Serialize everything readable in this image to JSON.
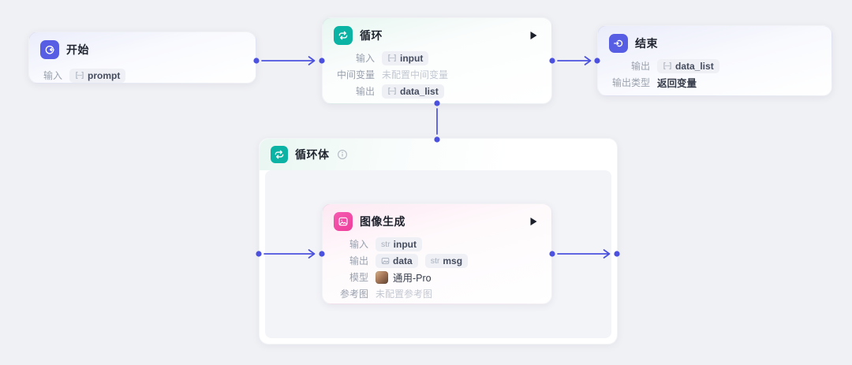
{
  "canvas": {
    "background": "#f0f1f5",
    "edge_color": "#4b51de",
    "accent_indigo": "#575ee3",
    "accent_teal": "#0ab3a3",
    "accent_pink": "#ee3d9b"
  },
  "types": {
    "str_label": "str"
  },
  "nodes": {
    "start": {
      "title": "开始",
      "input_label": "输入",
      "input_tag": "prompt"
    },
    "loop": {
      "title": "循环",
      "input_label": "输入",
      "input_tag": "input",
      "mid_var_label": "中间变量",
      "mid_var_placeholder": "未配置中间变量",
      "output_label": "输出",
      "output_tag": "data_list"
    },
    "end": {
      "title": "结束",
      "output_label": "输出",
      "output_tag": "data_list",
      "output_type_label": "输出类型",
      "output_type_value": "返回变量"
    },
    "loop_body": {
      "title": "循环体"
    },
    "image_gen": {
      "title": "图像生成",
      "input_label": "输入",
      "input_tag": "input",
      "output_label": "输出",
      "output_tag_1": "data",
      "output_tag_2": "msg",
      "model_label": "模型",
      "model_value": "通用-Pro",
      "ref_label": "参考图",
      "ref_placeholder": "未配置参考图"
    }
  }
}
